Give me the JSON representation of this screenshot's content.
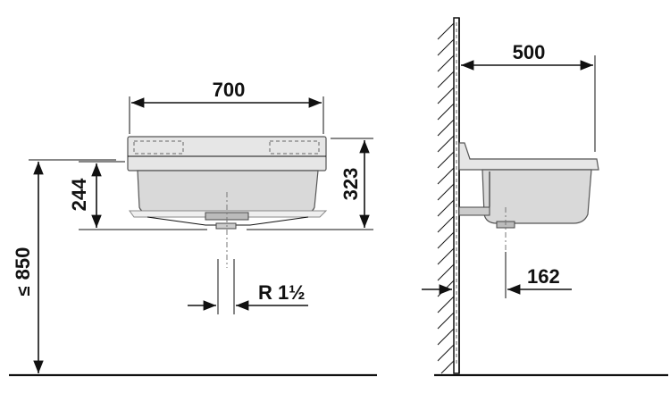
{
  "dimensions": {
    "width": "700",
    "depth": "500",
    "height": "323",
    "bowl_depth": "244",
    "mount_height": "850",
    "mount_height_symbol": "≤",
    "outlet_thread": "R 1½",
    "outlet_offset": "162"
  }
}
